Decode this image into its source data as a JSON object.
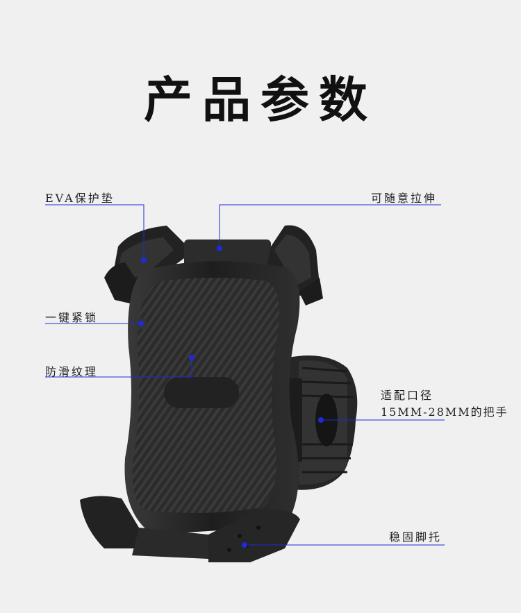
{
  "title": "产品参数",
  "colors": {
    "accent": "#1f2bd6",
    "background": "#f0f0f0"
  },
  "callouts": {
    "eva_pad": "EVA保护垫",
    "stretch": "可随意拉伸",
    "one_key_lock": "一键紧锁",
    "anti_slip": "防滑纹理",
    "fit_line1": "适配口径",
    "fit_line2": "15MM-28MM的把手",
    "stable_base": "稳固脚托"
  }
}
